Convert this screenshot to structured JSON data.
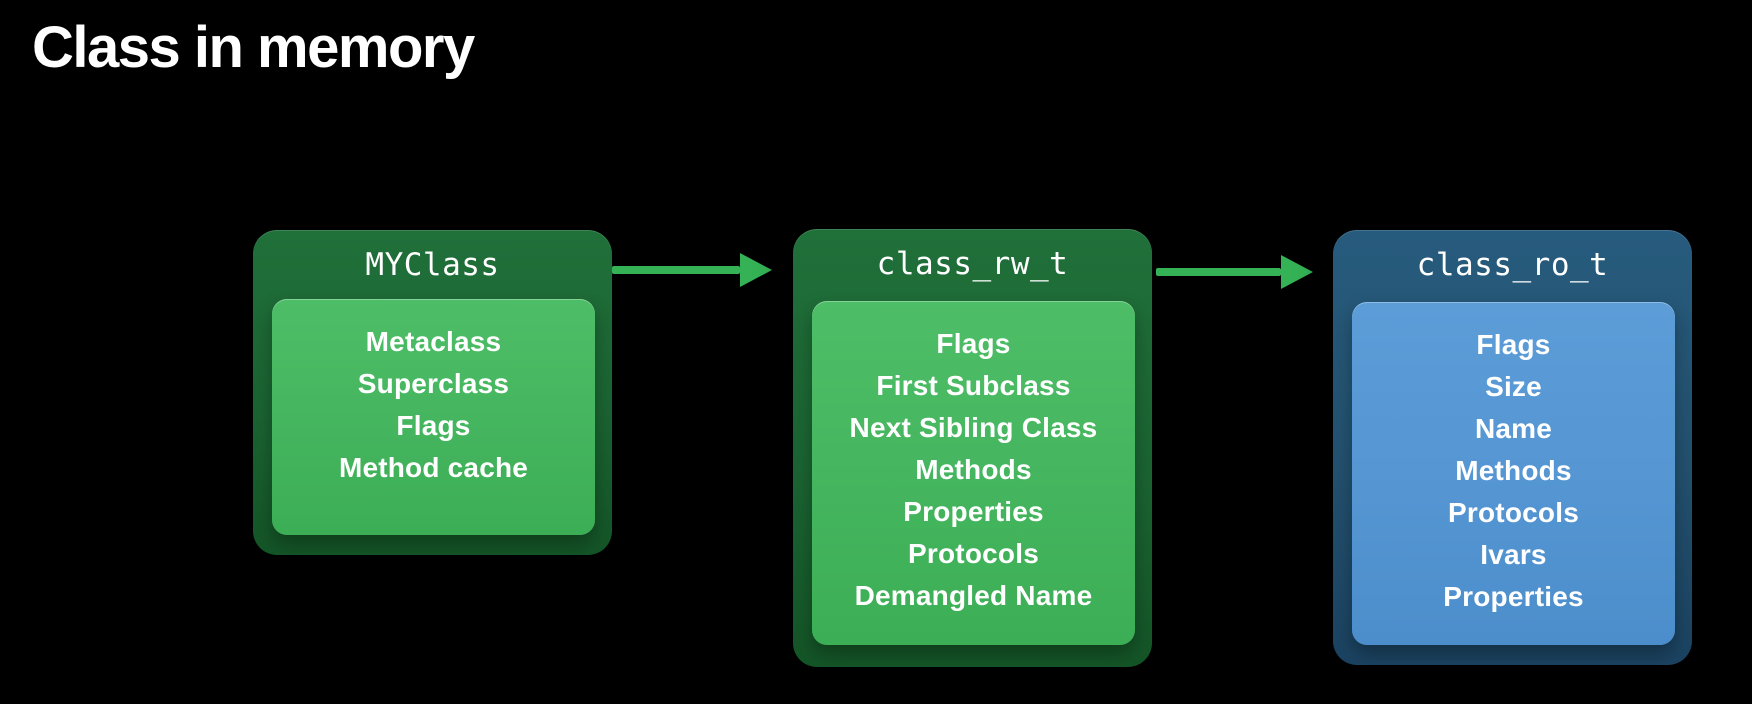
{
  "slide": {
    "title": "Class in memory"
  },
  "diagram": {
    "nodes": [
      {
        "title": "MYClass",
        "theme": "green",
        "items": [
          "Metaclass",
          "Superclass",
          "Flags",
          "Method cache"
        ]
      },
      {
        "title": "class_rw_t",
        "theme": "green",
        "items": [
          "Flags",
          "First Subclass",
          "Next Sibling Class",
          "Methods",
          "Properties",
          "Protocols",
          "Demangled Name"
        ]
      },
      {
        "title": "class_ro_t",
        "theme": "blue",
        "items": [
          "Flags",
          "Size",
          "Name",
          "Methods",
          "Protocols",
          "Ivars",
          "Properties"
        ]
      }
    ],
    "arrows": [
      {
        "from": "MYClass",
        "to": "class_rw_t"
      },
      {
        "from": "class_rw_t",
        "to": "class_ro_t"
      }
    ],
    "colors": {
      "background": "#000000",
      "green_node_outer": "#1b6432",
      "green_node_inner": "#45b65f",
      "blue_node_outer": "#23516f",
      "blue_node_inner": "#5596d3",
      "arrow": "#34b255",
      "text": "#ffffff"
    }
  }
}
